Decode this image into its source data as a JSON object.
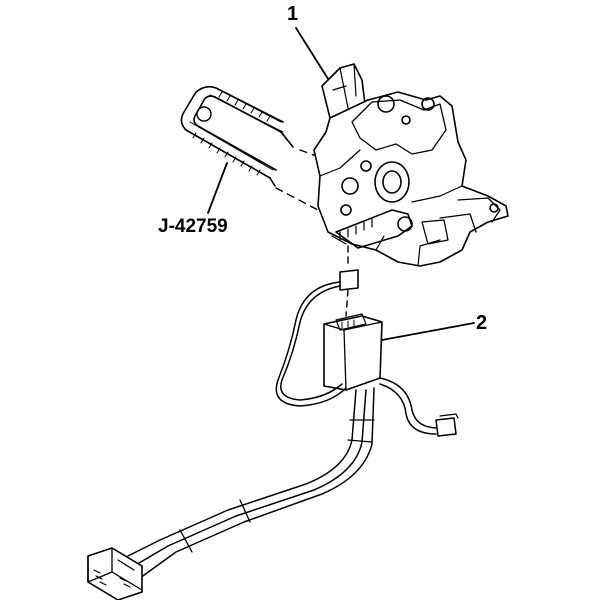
{
  "callouts": {
    "item1": "1",
    "item2": "2",
    "tool": "J-42759"
  },
  "colors": {
    "line": "#000000",
    "fill": "#ffffff",
    "background": "#ffffff"
  }
}
